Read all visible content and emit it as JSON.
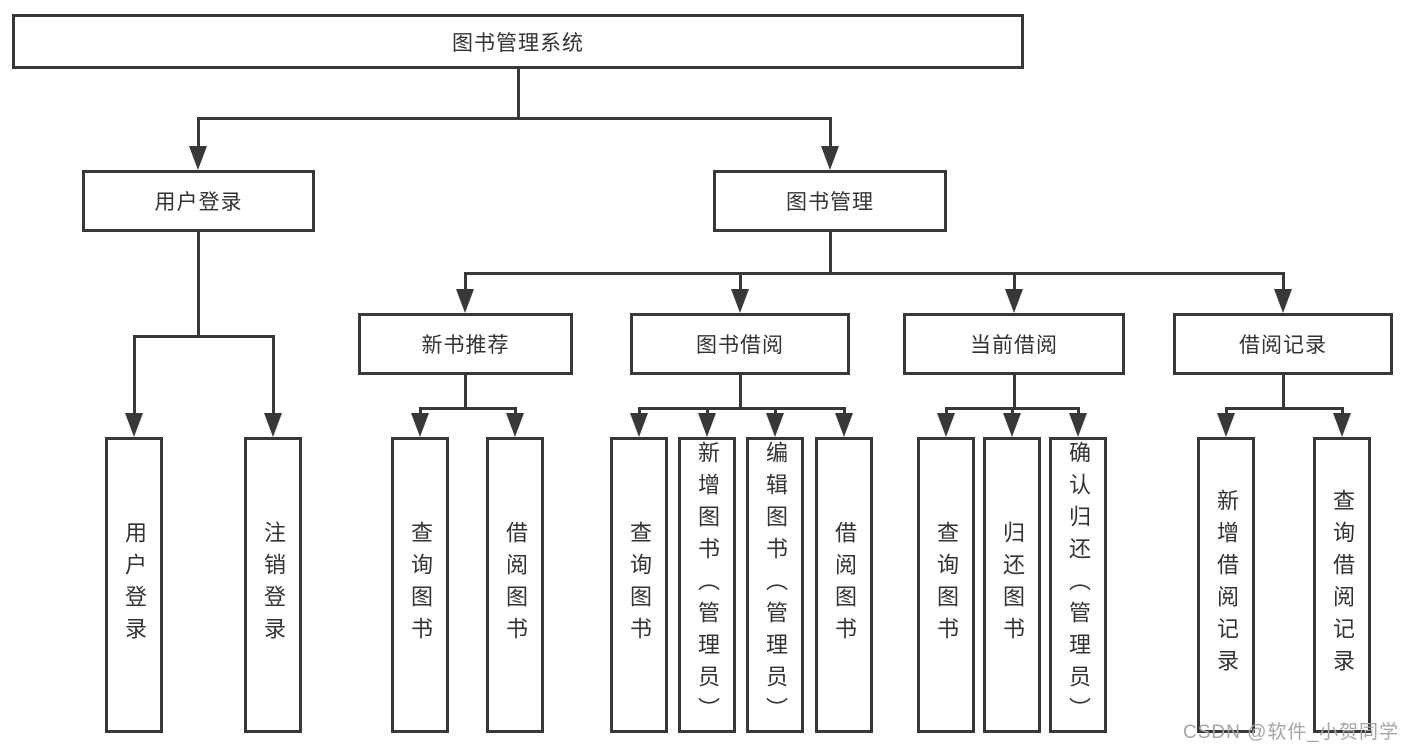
{
  "nodes": {
    "root": "图书管理系统",
    "level2": [
      "用户登录",
      "图书管理"
    ],
    "level3": [
      "新书推荐",
      "图书借阅",
      "当前借阅",
      "借阅记录"
    ],
    "leaves_user": [
      "用户登录",
      "注销登录"
    ],
    "leaves_newbook": [
      "查询图书",
      "借阅图书"
    ],
    "leaves_borrow": [
      "查询图书",
      "新增图书（管理员）",
      "编辑图书（管理员）",
      "借阅图书"
    ],
    "leaves_current": [
      "查询图书",
      "归还图书",
      "确认归还（管理员）"
    ],
    "leaves_record": [
      "新增借阅记录",
      "查询借阅记录"
    ]
  },
  "watermark": "CSDN @软件_小贺同学",
  "colors": {
    "line": "#383838",
    "text": "#333333",
    "background": "#ffffff",
    "watermark": "#a6a6a6"
  }
}
